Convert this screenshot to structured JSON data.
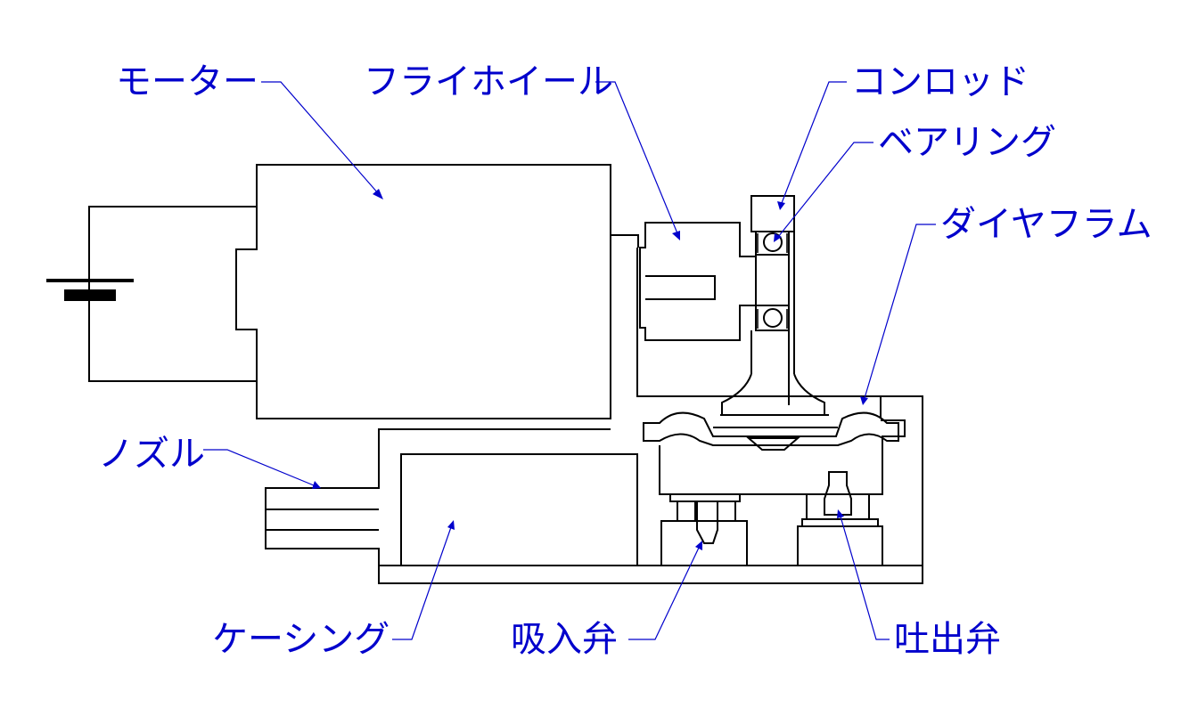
{
  "labels": {
    "motor": "モーター",
    "flywheel": "フライホイール",
    "conrod": "コンロッド",
    "bearing": "ベアリング",
    "diaphragm": "ダイヤフラム",
    "nozzle": "ノズル",
    "casing": "ケーシング",
    "intake_valve": "吸入弁",
    "discharge_valve": "吐出弁"
  },
  "colors": {
    "line": "#000000",
    "label": "#0000cc",
    "background": "#ffffff"
  }
}
